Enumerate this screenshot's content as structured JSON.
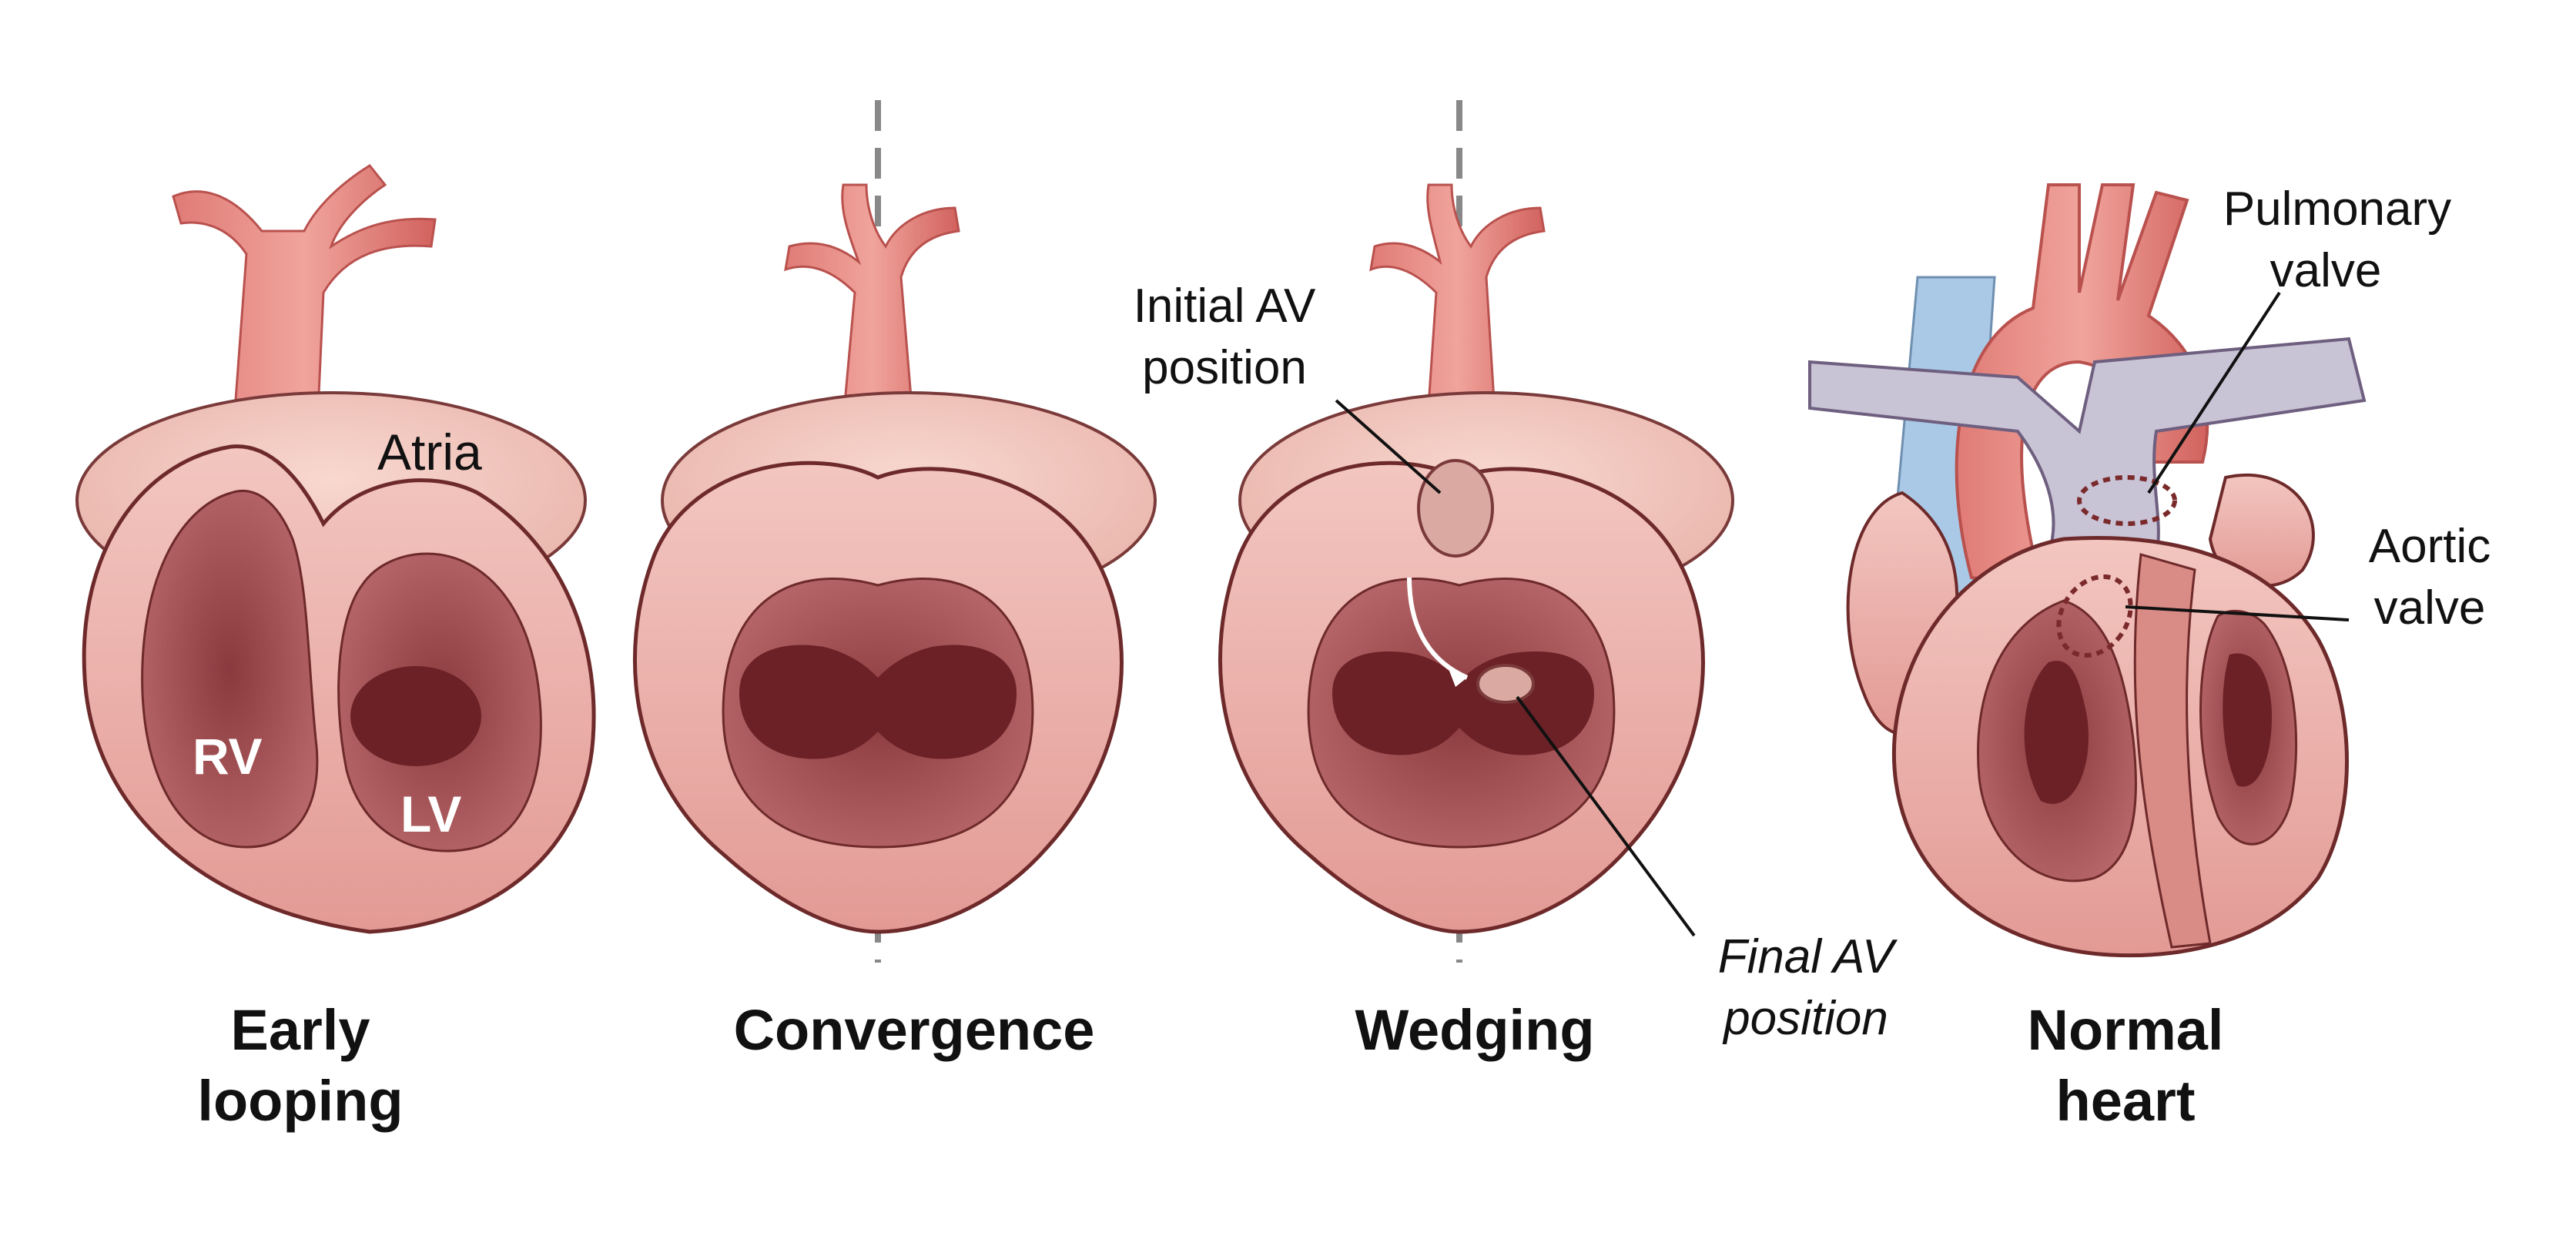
{
  "colors": {
    "wall": "#e8a39e",
    "wall_light": "#f3c6c0",
    "outline": "#6e2a2a",
    "cavity": "#b8686a",
    "cavity_deep": "#7c2f33",
    "vessel": "#d9706c",
    "atria": "#f2c7bd",
    "pulmonary": "#c9c3d6",
    "vein_blue": "#a9c9e6",
    "dashed_line": "#888888"
  },
  "panels": [
    {
      "id": "early-looping",
      "title_line1": "Early",
      "title_line2": "looping"
    },
    {
      "id": "convergence",
      "title_line1": "Convergence",
      "title_line2": ""
    },
    {
      "id": "wedging",
      "title_line1": "Wedging",
      "title_line2": ""
    },
    {
      "id": "normal-heart",
      "title_line1": "Normal",
      "title_line2": "heart"
    }
  ],
  "labels": {
    "atria": "Atria",
    "rv": "RV",
    "lv": "LV",
    "initial_av_line1": "Initial AV",
    "initial_av_line2": "position",
    "final_av_line1": "Final AV",
    "final_av_line2": "position",
    "pulmonary_line1": "Pulmonary",
    "pulmonary_line2": "valve",
    "aortic_line1": "Aortic",
    "aortic_line2": "valve"
  }
}
